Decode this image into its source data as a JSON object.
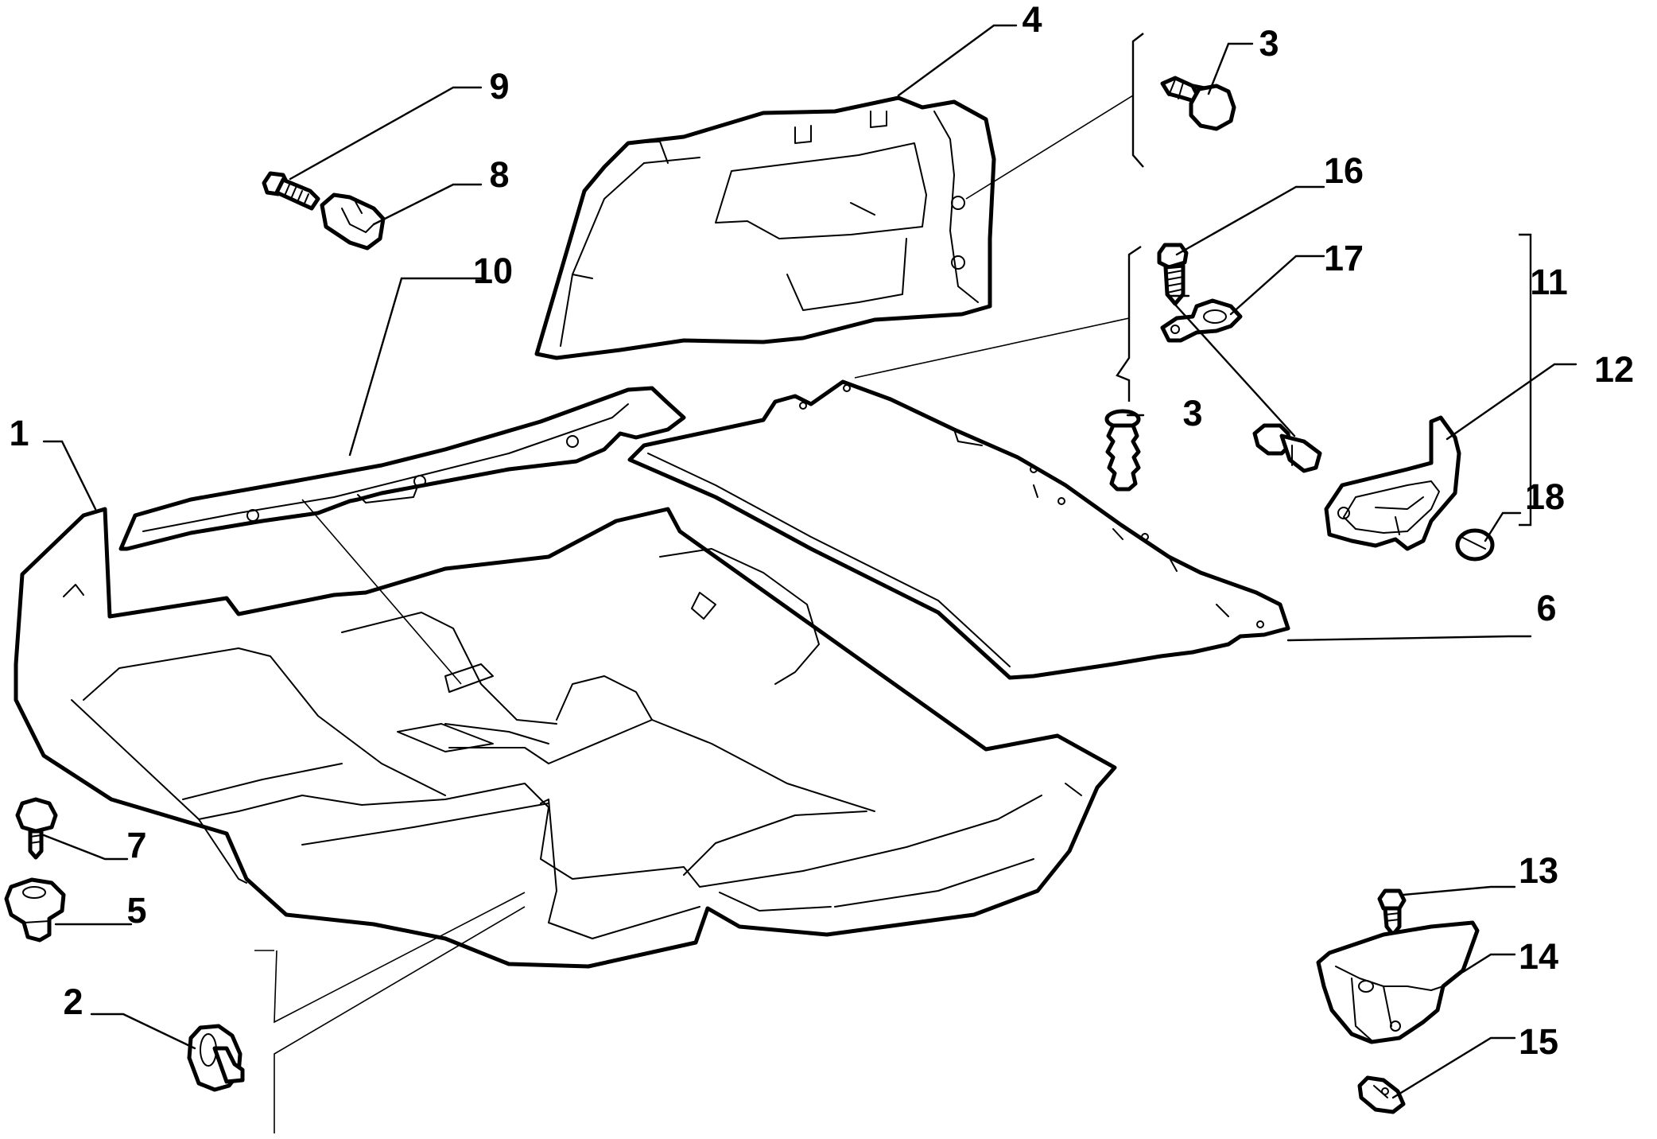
{
  "callouts": [
    {
      "id": "1",
      "label": "1"
    },
    {
      "id": "2",
      "label": "2"
    },
    {
      "id": "3a",
      "label": "3"
    },
    {
      "id": "3b",
      "label": "3"
    },
    {
      "id": "4",
      "label": "4"
    },
    {
      "id": "5",
      "label": "5"
    },
    {
      "id": "6",
      "label": "6"
    },
    {
      "id": "7",
      "label": "7"
    },
    {
      "id": "8",
      "label": "8"
    },
    {
      "id": "9",
      "label": "9"
    },
    {
      "id": "10",
      "label": "10"
    },
    {
      "id": "11",
      "label": "11"
    },
    {
      "id": "12",
      "label": "12"
    },
    {
      "id": "13",
      "label": "13"
    },
    {
      "id": "14",
      "label": "14"
    },
    {
      "id": "15",
      "label": "15"
    },
    {
      "id": "16",
      "label": "16"
    },
    {
      "id": "17",
      "label": "17"
    },
    {
      "id": "18",
      "label": "18"
    }
  ]
}
